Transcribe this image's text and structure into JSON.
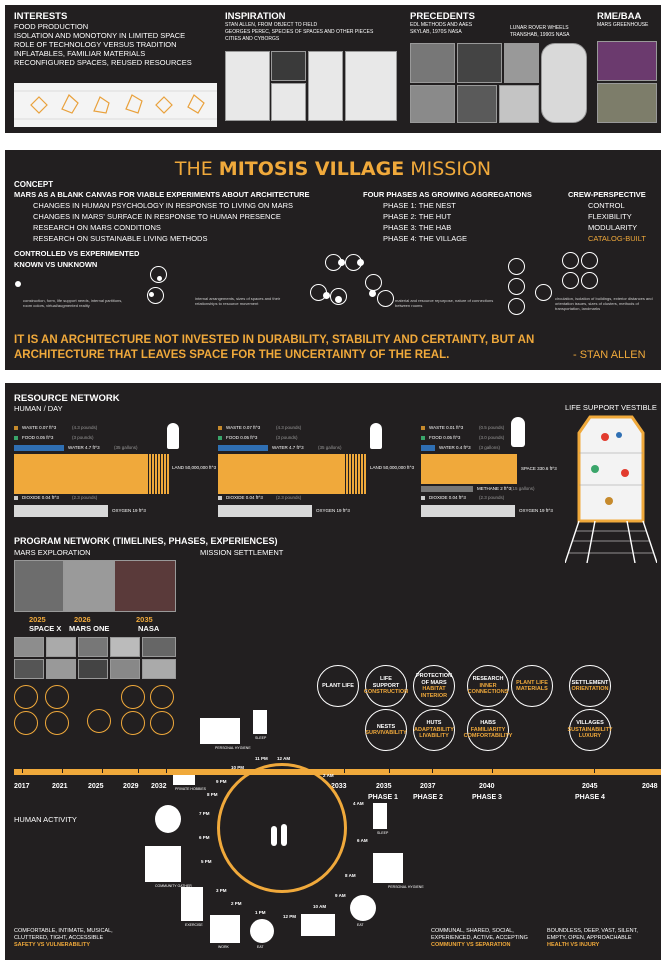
{
  "panel1": {
    "interests": {
      "title": "INTERESTS",
      "lines": [
        "FOOD PRODUCTION",
        "ISOLATION AND MONOTONY IN LIMITED SPACE",
        "ROLE OF TECHNOLOGY VERSUS TRADITION",
        "INFLATABLES, FAMILIAR MATERIALS",
        "RECONFIGURED SPACES, REUSED RESOURCES"
      ]
    },
    "inspiration": {
      "title": "INSPIRATION",
      "lines": [
        "STAN ALLEN, FROM OBJECT TO FIELD",
        "GEORGES PEREC, SPECIES OF SPACES AND OTHER PIECES",
        "CITIES AND CYBORGS"
      ]
    },
    "precedents": {
      "title": "PRECEDENTS",
      "col1": [
        "EDL METHODS AND AAES",
        "SKYLAB, 1970s NASA"
      ],
      "col2": [
        "LUNAR ROVER WHEELS",
        "TRANSHAB, 1990s NASA"
      ]
    },
    "rme": {
      "title": "RME/BAA",
      "lines": [
        "MARS GREENHOUSE"
      ]
    }
  },
  "panel2": {
    "title_pre": "THE ",
    "title_bold": "MITOSIS VILLAGE",
    "title_post": " MISSION",
    "concept_title": "CONCEPT",
    "concept_lines": [
      "MARS AS A BLANK CANVAS FOR VIABLE EXPERIMENTS ABOUT ARCHITECTURE",
      "CHANGES IN HUMAN PSYCHOLOGY IN RESPONSE TO LIVING ON MARS",
      "CHANGES IN MARS' SURFACE IN RESPONSE TO HUMAN PRESENCE",
      "RESEARCH ON MARS CONDITIONS",
      "RESEARCH ON SUSTAINABLE LIVING METHODS"
    ],
    "phases_title": "FOUR PHASES AS GROWING AGGREGATIONS",
    "phases": [
      "PHASE 1: THE NEST",
      "PHASE 2: THE HUT",
      "PHASE 3: THE HAB",
      "PHASE 4: THE VILLAGE"
    ],
    "crew_title": "CREW-PERSPECTIVE",
    "crew": [
      "CONTROL",
      "FLEXIBILITY",
      "MODULARITY"
    ],
    "crew_orange": "CATALOG-BUILT",
    "controlled_1": "CONTROLLED vs EXPERIMENTED",
    "controlled_2": "KNOWN vs UNKNOWN",
    "captions": [
      "construction, form, life support needs, internal partitions, room colors, virtual/augmented reality",
      "internal arrangements, sizes of spaces and their relationships to resource movement",
      "material and resource repurpose, nature of connections between rooms",
      "circulation, isolation of buildings, exterior distances and orientation issues, sizes of clusters, methods of transportation, landmarks"
    ],
    "quote_1": "IT IS AN ARCHITECTURE NOT INVESTED IN DURABILITY, STABILITY AND CERTAINTY, BUT AN",
    "quote_2": "ARCHITECTURE THAT LEAVES SPACE FOR THE UNCERTAINTY OF THE REAL.",
    "quote_author": "- STAN ALLEN"
  },
  "panel3": {
    "resource_title": "RESOURCE NETWORK",
    "resource_sub": "HUMAN / DAY",
    "life_support": "LIFE SUPPORT VESTIBLE",
    "groups": [
      {
        "waste": "WASTE 0.07 ft^3",
        "waste_n": "(4.3 pounds)",
        "food": "FOOD 0.05 ft^3",
        "food_n": "(3 pounds)",
        "water": "WATER 4.7 ft^3",
        "water_n": "(35 gallons)",
        "big": "LAND 50,000,000 ft^3",
        "dioxide": "DIOXIDE 0.04 ft^3",
        "dioxide_n": "(2.3 pounds)",
        "oxygen": "OXYGEN 19 ft^3"
      },
      {
        "waste": "WASTE 0.07 ft^3",
        "waste_n": "(4.3 pounds)",
        "food": "FOOD 0.05 ft^3",
        "food_n": "(3 pounds)",
        "water": "WATER 4.7 ft^3",
        "water_n": "(35 gallons)",
        "big": "LAND 50,000,000 ft^3",
        "dioxide": "DIOXIDE 0.04 ft^3",
        "dioxide_n": "(2.3 pounds)",
        "oxygen": "OXYGEN 19 ft^3"
      },
      {
        "waste": "WASTE 0.01 ft^3",
        "waste_n": "(0.5 pounds)",
        "food": "FOOD 0.05 ft^3",
        "food_n": "(3.0 pounds)",
        "water": "WATER 0.4 ft^3",
        "water_n": "(3 gallons)",
        "big": "SPACE 330.6 ft^3",
        "methane": "METHANE 2 ft^3",
        "methane_n": "(15 gallons)",
        "dioxide": "DIOXIDE 0.04 ft^3",
        "dioxide_n": "(2.3 pounds)",
        "oxygen": "OXYGEN 19 ft^3"
      }
    ],
    "program_title": "PROGRAM NETWORK (TIMELINES, PHASES, EXPERIENCES)",
    "mars_exploration": "MARS EXPLORATION",
    "mission_settlement": "MISSION SETTLEMENT",
    "explore_years": [
      {
        "year": "2025",
        "name": "SPACE X"
      },
      {
        "year": "2026",
        "name": "MARS ONE"
      },
      {
        "year": "2035",
        "name": "NASA"
      }
    ],
    "timeline_years": [
      "2017",
      "2021",
      "2025",
      "2029",
      "2032",
      "2033",
      "2035",
      "2037",
      "2040",
      "2045",
      "2048"
    ],
    "phase_labels": [
      "PHASE 1",
      "PHASE 2",
      "PHASE 3",
      "PHASE 4"
    ],
    "clock_hours": [
      "12 AM",
      "11 PM",
      "10 PM",
      "9 PM",
      "8 PM",
      "7 PM",
      "6 PM",
      "5 PM",
      "3 PM",
      "2 PM",
      "1 PM",
      "12 PM",
      "10 AM",
      "9 AM",
      "8 AM",
      "6 AM",
      "4 AM",
      "2 AM"
    ],
    "activities": [
      "PERSONAL HYGIENE",
      "SLEEP",
      "PRIVATE HOBBIES",
      "COMMUNITY GATHER",
      "EXERCISE",
      "WORK",
      "EAT",
      "EAT",
      "PERSONAL HYGIENE",
      "SLEEP"
    ],
    "phase_circles": [
      {
        "top": "PLANT LIFE",
        "top_orange": "",
        "bottom": "",
        "bottom_orange": ""
      },
      {
        "top": "LIFE SUPPORT",
        "top_orange": "CONSTRUCTION",
        "bottom": "NESTS",
        "bottom_orange": "SURVIVABILITY"
      },
      {
        "top": "PROTECTION OF MARS",
        "top_orange": "HABITAT INTERIOR",
        "bottom": "HUTS",
        "bottom_orange": "ADAPTABILITY LIVABILITY"
      },
      {
        "top": "RESEARCH",
        "top_orange": "INNER CONNECTIONS",
        "bottom": "HABS",
        "bottom_orange": "FAMILIARITY COMFORTABILITY"
      },
      {
        "top": "PLANT LIFE MATERIALS",
        "top_orange": "",
        "bottom": "",
        "bottom_orange": ""
      },
      {
        "top": "SETTLEMENT",
        "top_orange": "ORIENTATION",
        "bottom": "VILLAGES",
        "bottom_orange": "SUSTAINABILITY LUXURY"
      }
    ],
    "human_activity": "HUMAN ACTIVITY",
    "bottom_left_1": "COMFORTABLE, INTIMATE, MUSICAL,",
    "bottom_left_2": "CLUTTERED, TIGHT, ACCESSIBLE",
    "bottom_left_o": "SAFETY VS VULNERABILITY",
    "bottom_mid_1": "COMMUNAL, SHARED, SOCIAL,",
    "bottom_mid_2": "EXPERIENCED, ACTIVE, ACCEPTING",
    "bottom_mid_o": "COMMUNITY VS SEPARATION",
    "bottom_right_1": "BOUNDLESS, DEEP, VAST, SILENT,",
    "bottom_right_2": "EMPTY, OPEN, APPROACHABLE",
    "bottom_right_o": "HEALTH VS INJURY"
  },
  "colors": {
    "panel": "#221f20",
    "orange": "#f0a93b",
    "water": "#2f6fb3",
    "food": "#3aa56a",
    "waste": "#c68a2c"
  }
}
